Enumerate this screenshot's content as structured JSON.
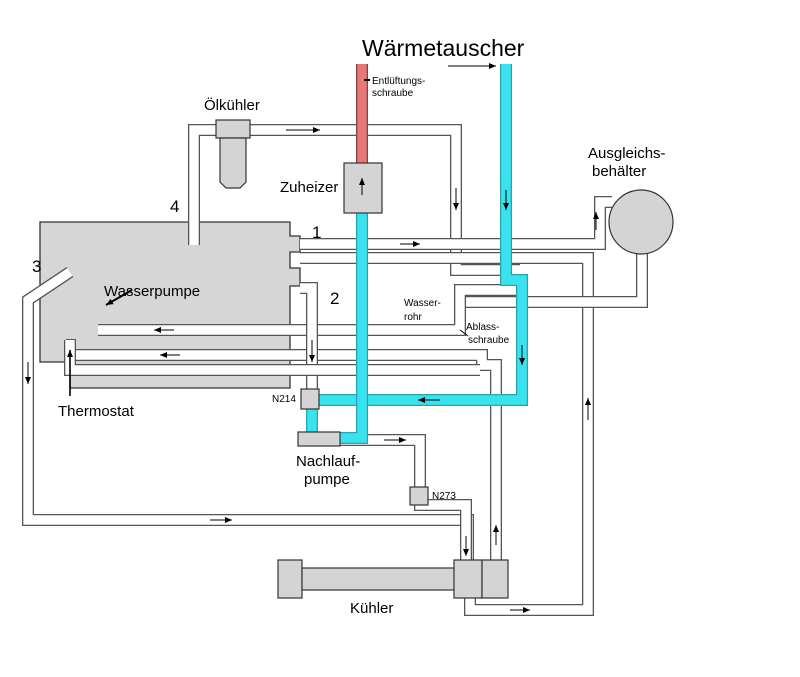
{
  "labels": {
    "waermetauscher": "Wärmetauscher",
    "entlueftung_1": "Entlüftungs-",
    "entlueftung_2": "schraube",
    "oelkuehler": "Ölkühler",
    "zuheizer": "Zuheizer",
    "ausgleich_1": "Ausgleichs-",
    "ausgleich_2": "behälter",
    "wasserpumpe": "Wasserpumpe",
    "thermostat": "Thermostat",
    "wasserrohr_1": "Wasser-",
    "wasserrohr_2": "rohr",
    "ablass_1": "Ablass-",
    "ablass_2": "schraube",
    "n214": "N214",
    "nachlauf_1": "Nachlauf-",
    "nachlauf_2": "pumpe",
    "n273": "N273",
    "kuehler": "Kühler"
  },
  "numbers": {
    "n1": "1",
    "n2": "2",
    "n3": "3",
    "n4": "4"
  },
  "colors": {
    "hot": "#e57a78",
    "cold": "#38e3ee",
    "component": "#d4d4d4"
  }
}
